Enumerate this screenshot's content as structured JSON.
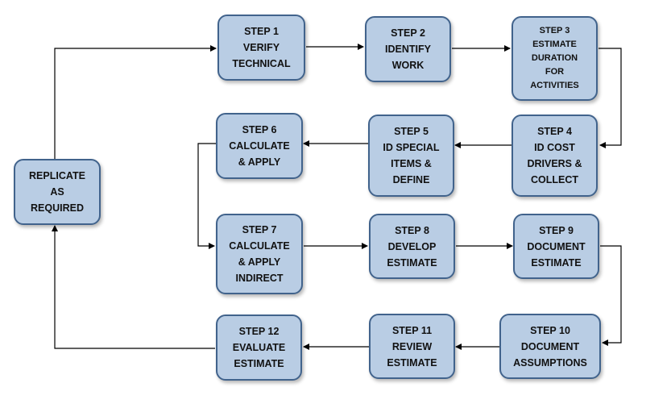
{
  "nodes": {
    "replicate": [
      "REPLICATE",
      "AS",
      "REQUIRED"
    ],
    "step1": [
      "STEP 1",
      "VERIFY",
      "TECHNICAL"
    ],
    "step2": [
      "STEP 2",
      "IDENTIFY",
      "WORK"
    ],
    "step3": [
      "STEP 3",
      "ESTIMATE",
      "DURATION",
      "FOR",
      "ACTIVITIES"
    ],
    "step4": [
      "STEP 4",
      "ID COST",
      "DRIVERS &",
      "COLLECT"
    ],
    "step5": [
      "STEP 5",
      "ID SPECIAL",
      "ITEMS &",
      "DEFINE"
    ],
    "step6": [
      "STEP 6",
      "CALCULATE",
      "& APPLY"
    ],
    "step7": [
      "STEP 7",
      "CALCULATE",
      "& APPLY",
      "INDIRECT"
    ],
    "step8": [
      "STEP 8",
      "DEVELOP",
      "ESTIMATE"
    ],
    "step9": [
      "STEP 9",
      "DOCUMENT",
      "ESTIMATE"
    ],
    "step10": [
      "STEP 10",
      "DOCUMENT",
      "ASSUMPTIONS"
    ],
    "step11": [
      "STEP 11",
      "REVIEW",
      "ESTIMATE"
    ],
    "step12": [
      "STEP 12",
      "EVALUATE",
      "ESTIMATE"
    ]
  },
  "edges": [
    [
      "replicate",
      "step1"
    ],
    [
      "step1",
      "step2"
    ],
    [
      "step2",
      "step3"
    ],
    [
      "step3",
      "step4"
    ],
    [
      "step4",
      "step5"
    ],
    [
      "step5",
      "step6"
    ],
    [
      "step6",
      "step7"
    ],
    [
      "step7",
      "step8"
    ],
    [
      "step8",
      "step9"
    ],
    [
      "step9",
      "step10"
    ],
    [
      "step10",
      "step11"
    ],
    [
      "step11",
      "step12"
    ],
    [
      "step12",
      "replicate"
    ]
  ],
  "colors": {
    "node_fill": "#b9cde4",
    "node_border": "#41638c",
    "connector": "#000000"
  }
}
